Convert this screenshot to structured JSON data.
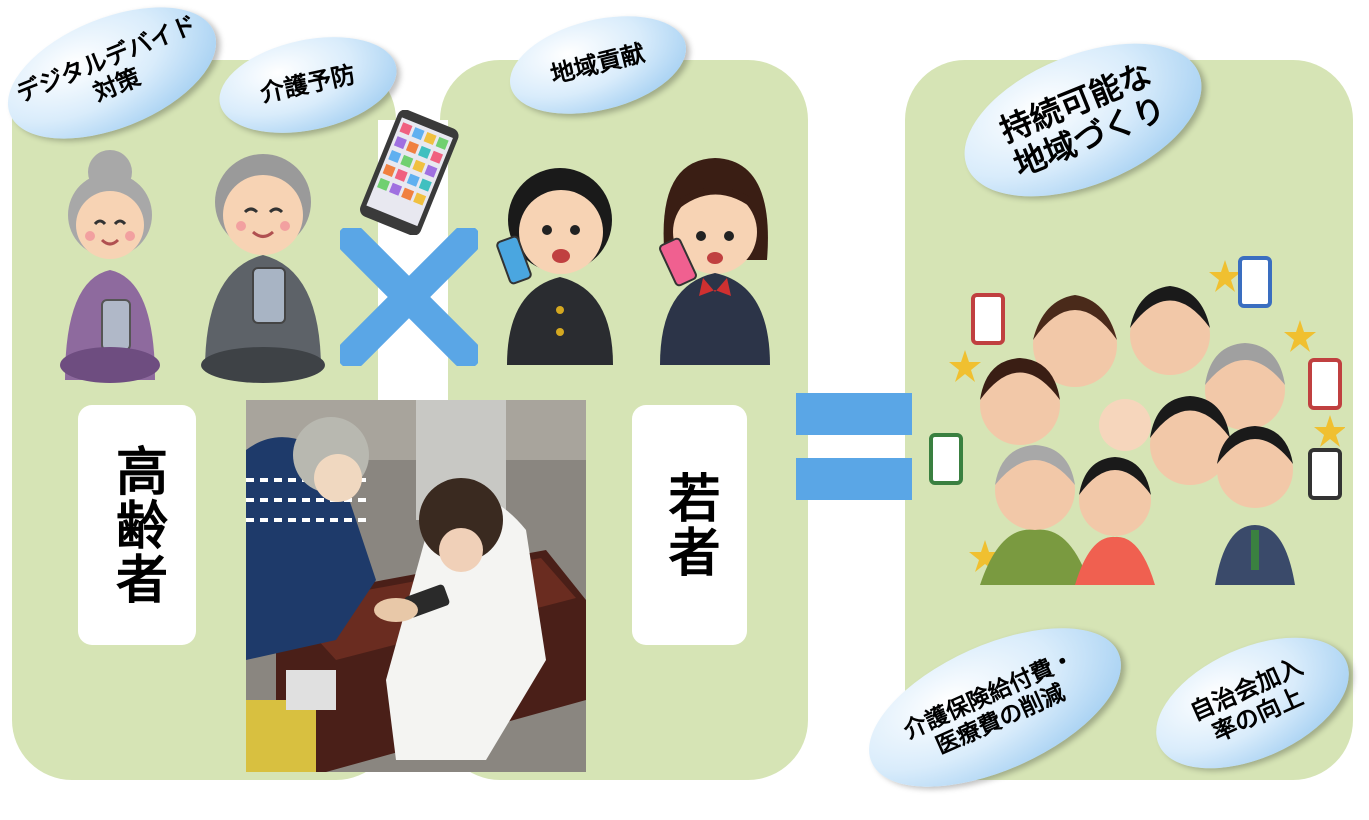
{
  "bubbles": {
    "digital_divide": "デジタルデバイド\n対策",
    "care_prevention": "介護予防",
    "community_contribution": "地域貢献",
    "sustainable_community": "持続可能な\n地域づくり",
    "cost_reduction": "介護保険給付費・\n医療費の削減",
    "association_rate": "自治会加入\n率の向上"
  },
  "labels": {
    "elderly": "高齢者",
    "youth": "若者"
  },
  "colors": {
    "panel": "#d6e4b5",
    "cross": "#5aa6e6",
    "equals": "#5aa6e6",
    "bubble": "#8dc3ee"
  },
  "icons": [
    "elderly-woman-icon",
    "elderly-man-icon",
    "smartphone-icon",
    "cross-icon",
    "boy-phone-icon",
    "girl-phone-icon",
    "equals-icon",
    "crowd-smartphones-icon"
  ]
}
